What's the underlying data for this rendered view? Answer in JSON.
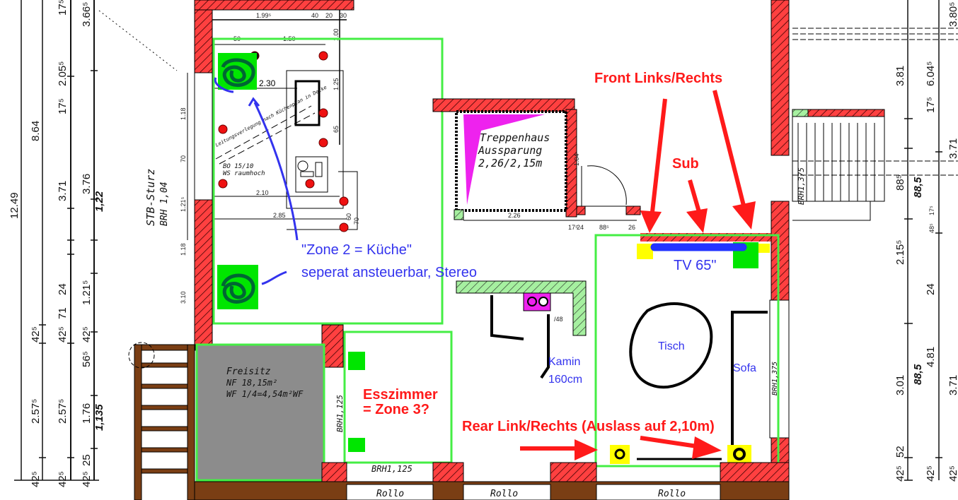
{
  "colors": {
    "wall": "#ff4040",
    "zone_box": "#44ee44",
    "annotation_red": "#ff1a1a",
    "annotation_blue": "#3333ee",
    "speaker_green": "#00e600",
    "speaker_yellow": "#ffff00",
    "terrace": "#8c8c8c",
    "pergola": "#7a3e14"
  },
  "left_dims": {
    "c1": [
      "12.49"
    ],
    "c2": [
      "8.64",
      "42⁵",
      "2.57⁵",
      "42⁵"
    ],
    "c3": [
      "17⁵",
      "2.05⁵",
      "17⁵",
      "3.71",
      "24",
      "71",
      "42⁵",
      "2.57⁵",
      "42⁵"
    ],
    "c4": [
      "3.66⁵",
      "3.76",
      "1,22",
      "1.21⁵",
      "42⁵",
      "56⁵",
      "1.76",
      "1,135",
      "25",
      "42⁵"
    ]
  },
  "right_dims": {
    "c1": [
      "3.81",
      "88⁵",
      "2.15⁵",
      "3.01",
      "52",
      "42⁵"
    ],
    "c2": [
      "6.04⁵",
      "17⁵",
      "88,5",
      "17⁵",
      "48⁵",
      "24",
      "88,5",
      "4.81",
      "42⁵"
    ],
    "c3": [
      "3.80⁵",
      "3.71",
      "3.71",
      "42⁵"
    ]
  },
  "plan_labels": {
    "stb_sturz": "STB-Sturz",
    "brh_104": "BRH 1,04",
    "kitchen_dims": [
      "1.99⁵",
      "40",
      "20",
      "30",
      "50",
      "1.00",
      "1.50",
      "2.30",
      "1.25",
      "65",
      "2.10",
      "2.85",
      "60",
      "70",
      "1.18",
      "1.18",
      "70",
      "1.21⁵",
      "3.10"
    ],
    "bo": "BO 15/10",
    "ws": "WS raumhoch",
    "leitung": "Leitungsverlegung nach Küchenplan in Decke",
    "treppenhaus": [
      "Treppenhaus",
      "Aussparung",
      "2,26/2,15m"
    ],
    "stair_dims": [
      "2.26",
      "1.04",
      "17⁵",
      "24",
      "88⁵",
      "26"
    ],
    "freisitz": [
      "Freisitz",
      "NF 18,15m²",
      "WF 1/4=4,54m²WF"
    ],
    "brh_1125": "BRH1,125",
    "brh_1125_b": "BRH1,125",
    "brh_1375": "BRH1,375",
    "brh_1375_b": "BRH1,375",
    "kamin_dim": "/48",
    "rollo": [
      "Rollo",
      "Rollo",
      "Rollo"
    ]
  },
  "annotations": {
    "front": "Front Links/Rechts",
    "sub": "Sub",
    "tv": "TV 65\"",
    "zone2_title": "\"Zone 2 = Küche\"",
    "zone2_sub": "seperat ansteuerbar, Stereo",
    "zone3_a": "Esszimmer",
    "zone3_b": "= Zone 3?",
    "rear": "Rear Link/Rechts (Auslass auf 2,10m)",
    "tisch": "Tisch",
    "sofa": "Sofa",
    "kamin_a": "Kamin",
    "kamin_b": "160cm"
  }
}
